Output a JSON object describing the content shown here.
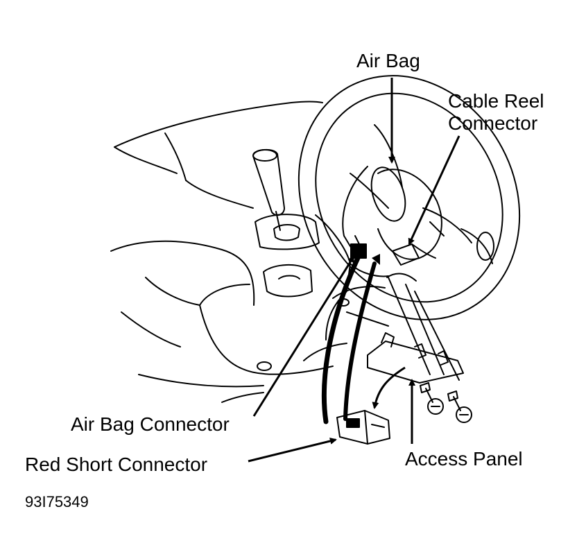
{
  "labels": {
    "air_bag": "Air Bag",
    "cable_reel_line1": "Cable Reel",
    "cable_reel_line2": "Connector",
    "air_bag_connector": "Air Bag Connector",
    "red_short_connector": "Red Short Connector",
    "access_panel": "Access Panel",
    "figure_id": "93I75349"
  },
  "colors": {
    "ink": "#000000",
    "background": "#ffffff"
  }
}
